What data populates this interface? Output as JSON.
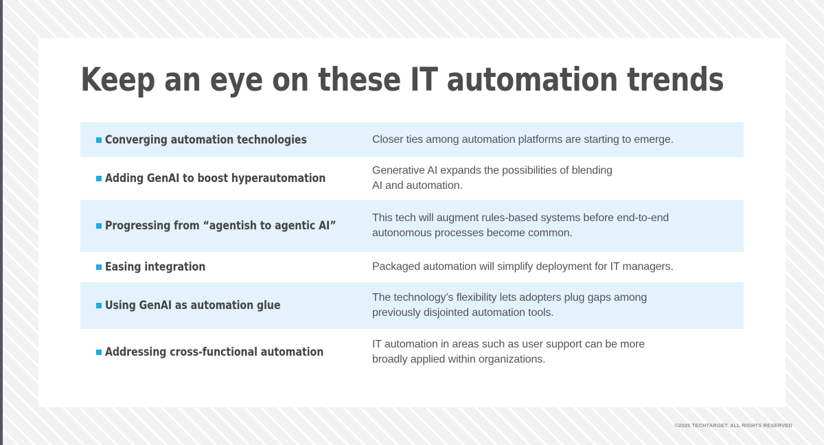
{
  "page": {
    "title": "Keep an eye on these IT automation trends",
    "footer": "©2025 TECHTARGET. ALL RIGHTS RESERVED",
    "accent_color": "#23a9e1",
    "shaded_row_color": "#e3f2fb",
    "title_color": "#4d4d4f",
    "body_text_color": "#53535a",
    "card_color": "#ffffff",
    "background_color": "#f4f4f5"
  },
  "table": {
    "rows": [
      {
        "label": "Converging automation technologies",
        "description": "Closer ties among automation platforms are starting to emerge.",
        "shaded": true
      },
      {
        "label": "Adding GenAI to boost hyperautomation",
        "description": "Generative AI expands the possibilities of blending\nAI and automation.",
        "shaded": false
      },
      {
        "label": "Progressing from “agentish to agentic AI”",
        "description": "This tech will augment rules-based systems before end-to-end\nautonomous processes become common.",
        "shaded": true
      },
      {
        "label": "Easing integration",
        "description": "Packaged automation will simplify deployment for IT managers.",
        "shaded": false
      },
      {
        "label": "Using GenAI as automation glue",
        "description": "The technology’s flexibility lets adopters plug gaps among\npreviously disjointed automation tools.",
        "shaded": true
      },
      {
        "label": "Addressing cross-functional automation",
        "description": "IT automation in areas such as user support can be more\nbroadly applied within organizations.",
        "shaded": false
      }
    ]
  }
}
